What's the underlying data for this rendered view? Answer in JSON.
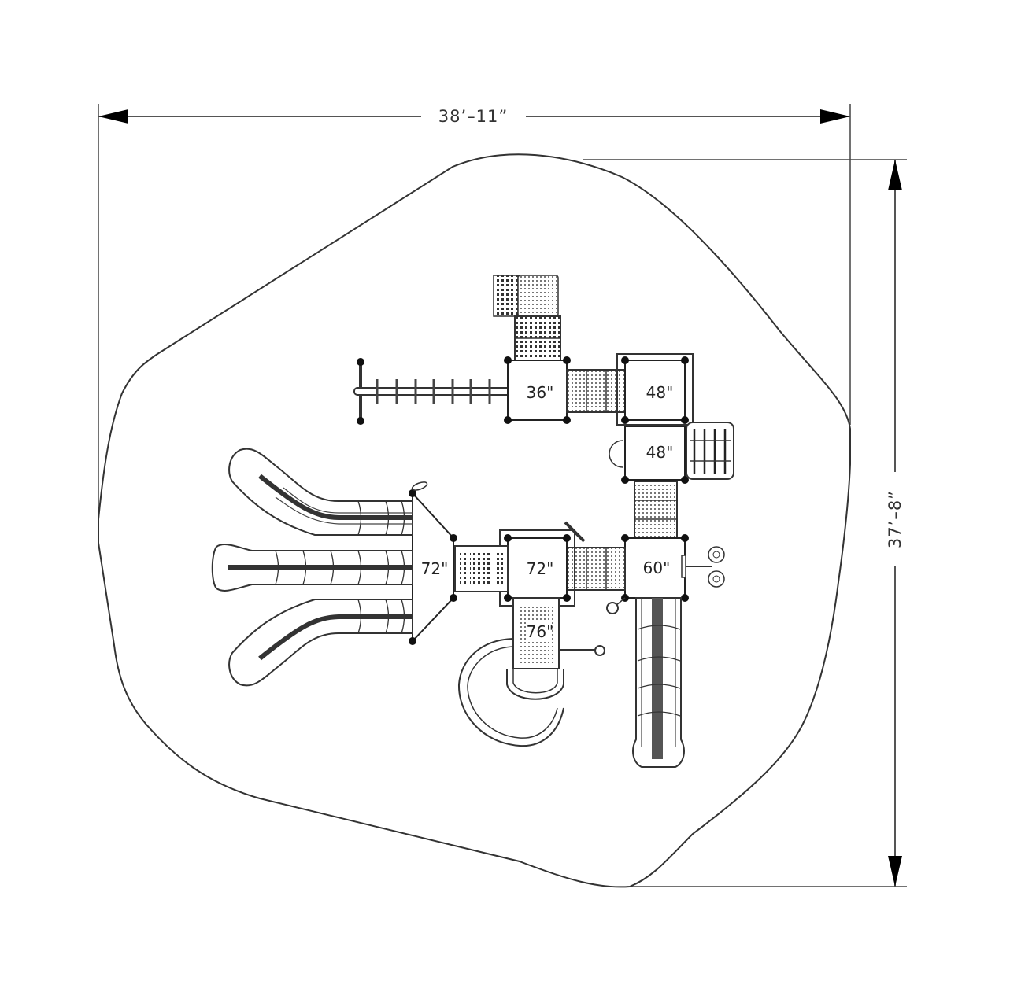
{
  "drawing": {
    "type": "playground plan view",
    "colors": {
      "line": "#222222",
      "background": "#ffffff",
      "dim_line": "#555555"
    }
  },
  "dimensions": {
    "width_label": "38’–11”",
    "height_label": "37’–8”"
  },
  "decks": [
    {
      "id": "deck-36",
      "label": "36\""
    },
    {
      "id": "deck-48-top",
      "label": "48\""
    },
    {
      "id": "deck-48-lower",
      "label": "48\""
    },
    {
      "id": "deck-72-hex",
      "label": "72\""
    },
    {
      "id": "deck-72",
      "label": "72\""
    },
    {
      "id": "deck-60",
      "label": "60\""
    },
    {
      "id": "deck-76",
      "label": "76\""
    }
  ],
  "components": {
    "overhead_ladder": "overhead-ladder",
    "slides_triple": "triple-wave-slides",
    "spiral_slide": "spiral-slide",
    "straight_slide": "straight-slide",
    "panels": "steering-wheels, bridges, climbers, flower-panels"
  }
}
